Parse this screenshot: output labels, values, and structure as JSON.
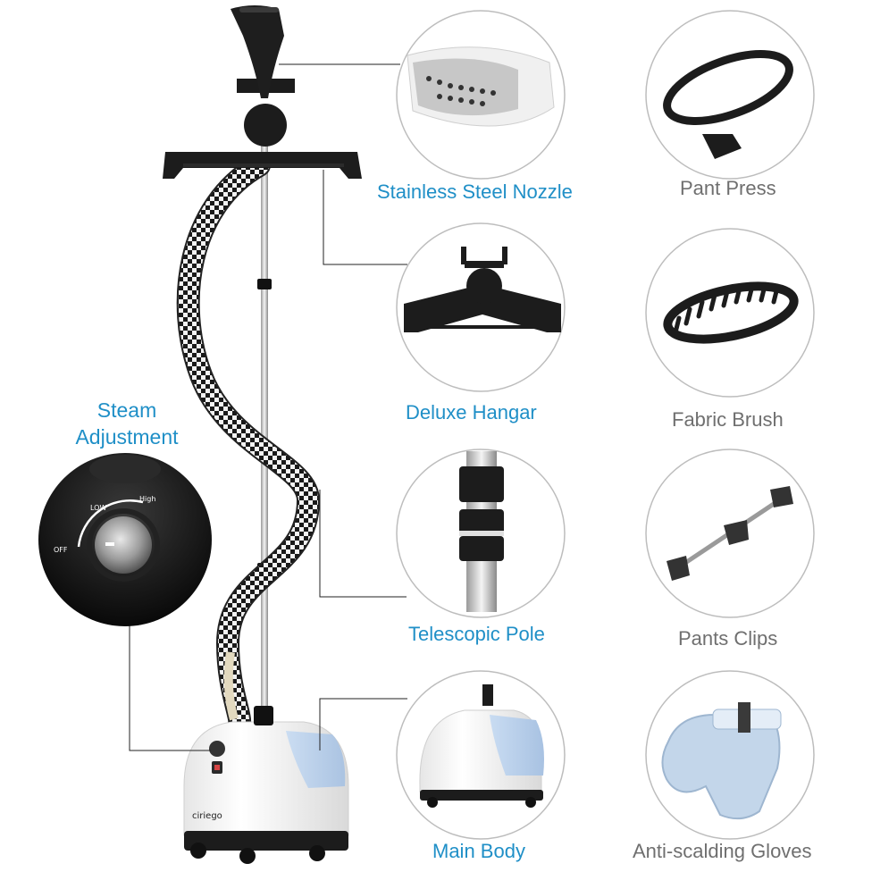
{
  "features": [
    {
      "label": "Stainless Steel Nozzle",
      "icon": "nozzle-icon"
    },
    {
      "label": "Deluxe Hangar",
      "icon": "hanger-icon"
    },
    {
      "label": "Telescopic Pole",
      "icon": "pole-icon"
    },
    {
      "label": "Main Body",
      "icon": "steamer-body-icon"
    }
  ],
  "accessories": [
    {
      "label": "Pant Press",
      "icon": "pant-press-icon"
    },
    {
      "label": "Fabric Brush",
      "icon": "fabric-brush-icon"
    },
    {
      "label": "Pants Clips",
      "icon": "pants-clips-icon"
    },
    {
      "label": "Anti-scalding Gloves",
      "icon": "glove-icon"
    }
  ],
  "steam": {
    "title_line1": "Steam",
    "title_line2": "Adjustment",
    "knob_off": "OFF",
    "knob_low": "LOW",
    "knob_high": "High"
  },
  "brand": "ciriego",
  "colors": {
    "accent_blue": "#1f8fc7",
    "label_grey": "#6f6f6f",
    "product_black": "#1a1a1a",
    "product_white": "#ffffff",
    "tank_blue": "#bcd3ec"
  }
}
